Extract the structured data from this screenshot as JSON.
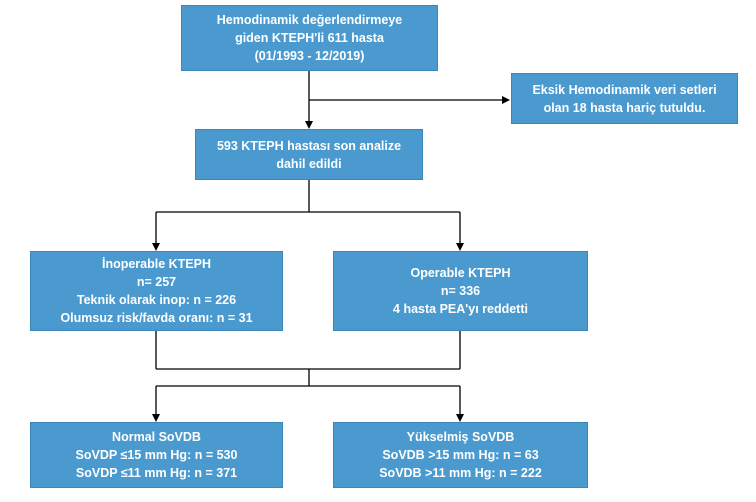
{
  "boxes": {
    "start": [
      "Hemodinamik değerlendirmeye",
      "giden KTEPH'li 611 hasta",
      "(01/1993 - 12/2019)"
    ],
    "excluded": [
      "Eksik Hemodinamik veri setleri",
      "olan 18 hasta hariç tutuldu."
    ],
    "included": [
      "593 KTEPH hastası son analize",
      "dahil edildi"
    ],
    "inoperable": [
      "İnoperable KTEPH",
      "n= 257",
      "Teknik olarak inop: n = 226",
      "Olumsuz risk/favda oranı: n = 31"
    ],
    "operable": [
      "Operable KTEPH",
      "n= 336",
      "4 hasta PEA'yı reddetti"
    ],
    "normal": [
      "Normal SoVDB",
      "SoVDP ≤15 mm Hg: n = 530",
      "SoVDP ≤11 mm Hg: n = 371"
    ],
    "elevated": [
      "Yükselmiş SoVDB",
      "SoVDB >15 mm Hg: n = 63",
      "SoVDB >11 mm Hg: n = 222"
    ]
  },
  "colors": {
    "box_fill": "#4a9ad0",
    "box_text": "#ffffff",
    "connector": "#000000"
  }
}
